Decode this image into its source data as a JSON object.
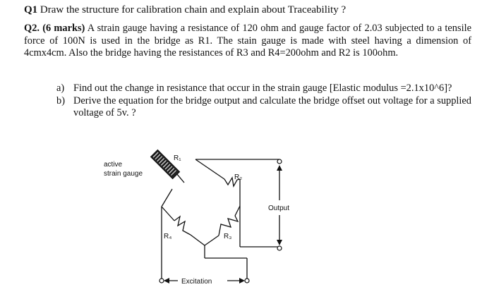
{
  "q1": {
    "number": "Q1",
    "text": " Draw the structure for calibration chain and explain about Traceability ?"
  },
  "q2": {
    "heading": "Q2. (6 marks)",
    "text": " A strain gauge having a resistance of 120 ohm and gauge factor of 2.03 subjected to a tensile force of 100N is used in the bridge as R1. The stain gauge is made with steel having a dimension of 4cmx4cm. Also the bridge having the resistances of R3 and R4=200ohm and R2 is 100ohm.",
    "parts": [
      {
        "label": "a)",
        "text": "Find out the change in resistance that occur in the strain gauge [Elastic modulus =2.1x10^6]?"
      },
      {
        "label": "b)",
        "text": "Derive the equation for the bridge output and calculate the bridge offset out voltage for a supplied voltage of 5v. ?"
      }
    ]
  },
  "diagram": {
    "gauge_label_1": "active",
    "gauge_label_2": "strain gauge",
    "r1": "R₁",
    "r2": "R₂",
    "r3": "R₃",
    "r4": "R₄",
    "output": "Output",
    "excitation": "Excitation"
  }
}
